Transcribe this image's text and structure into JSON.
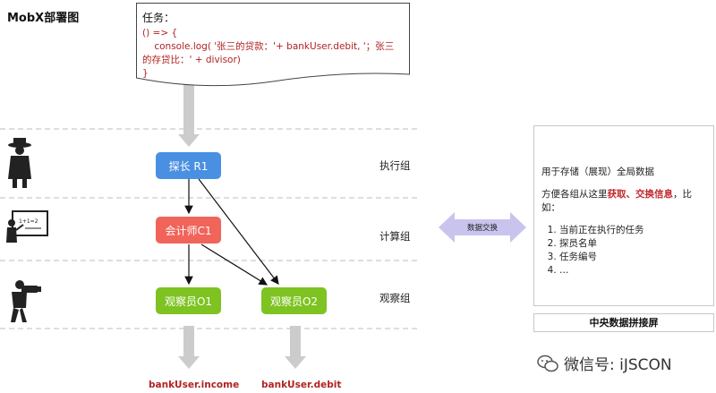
{
  "title": "MobX部署图",
  "task": {
    "label": "任务：",
    "code_lines": [
      "() => {",
      "    console.log( '张三的贷款：'+ bankUser.debit, '；张三的存贷比：' + divisor)",
      "}"
    ]
  },
  "nodes": {
    "detective": "探长 R1",
    "accountant": "会计师C1",
    "observer1": "观察员O1",
    "observer2": "观察员O2"
  },
  "groups": {
    "exec": "执行组",
    "compute": "计算组",
    "observe": "观察组"
  },
  "outputs": {
    "income": "bankUser.income",
    "debit": "bankUser.debit"
  },
  "panel": {
    "intro": "用于存储（展现）全局数据",
    "desc_prefix": "方便各组从这里",
    "desc_highlight": "获取、交换信息",
    "desc_suffix": "，比如：",
    "items": [
      "当前正在执行的任务",
      "探员名单",
      "任务编号",
      "…"
    ],
    "caption": "中央数据拼接屏"
  },
  "exchange_label": "数据交换",
  "watermark": "微信号: iJSCON",
  "colors": {
    "detective": "#4a90e2",
    "accountant": "#f0645a",
    "observer": "#7ec321",
    "highlight": "#c0282d",
    "arrow": "#cccccc",
    "exchange": "#c8c4ee"
  }
}
